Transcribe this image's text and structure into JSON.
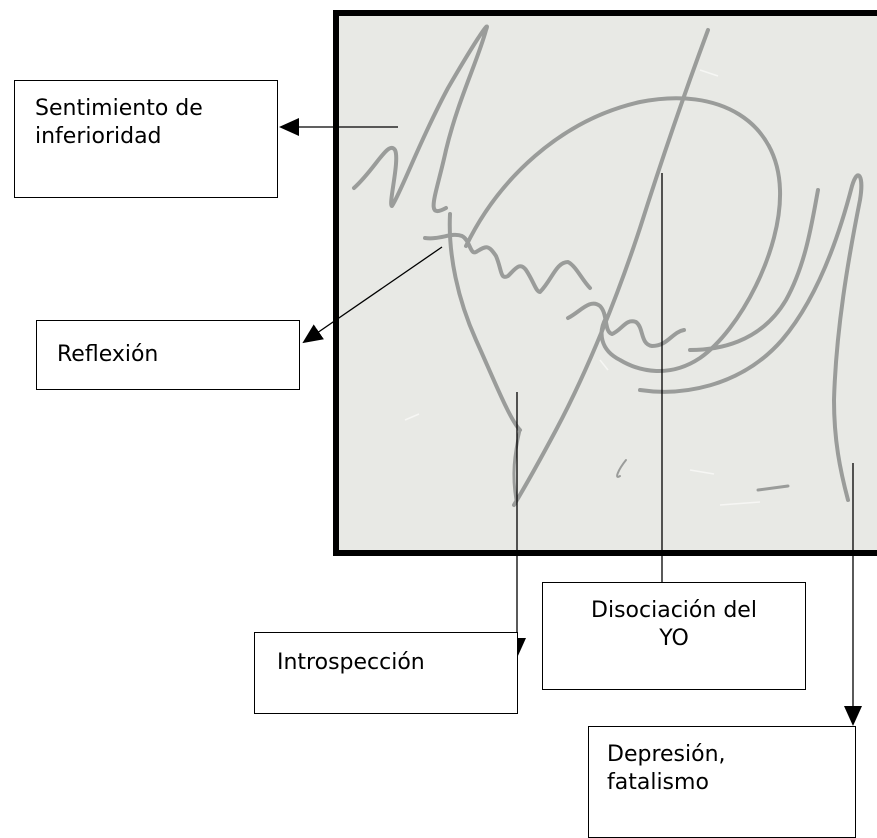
{
  "diagram": {
    "signature_image": {
      "description_role": "handwritten signature"
    },
    "labels": {
      "sentimiento": [
        "Sentimiento de",
        "inferioridad"
      ],
      "reflexion": [
        "Reflexión"
      ],
      "introspeccion": [
        "Introspección"
      ],
      "disociacion": [
        "Disociación del",
        "YO"
      ],
      "depresion": [
        "Depresión,",
        "fatalismo"
      ]
    },
    "colors": {
      "paper": "#e8e9e5",
      "frame": "#000000",
      "ink": "#9a9c9a",
      "arrow": "#000000"
    }
  }
}
